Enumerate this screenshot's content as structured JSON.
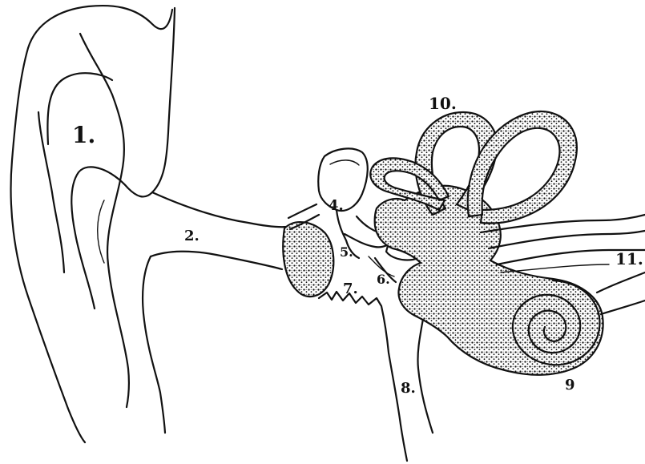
{
  "diagram": {
    "labels": [
      {
        "id": "outer-ear",
        "text": "1."
      },
      {
        "id": "ear-canal",
        "text": "2."
      },
      {
        "id": "incus",
        "text": "4."
      },
      {
        "id": "stapes",
        "text": "5."
      },
      {
        "id": "oval-window",
        "text": "6."
      },
      {
        "id": "middle-ear",
        "text": "7."
      },
      {
        "id": "eustachian-tube",
        "text": "8."
      },
      {
        "id": "cochlea",
        "text": "9"
      },
      {
        "id": "semicircular-canals",
        "text": "10."
      },
      {
        "id": "auditory-nerve",
        "text": "11."
      }
    ]
  },
  "colors": {
    "ink": "#111111",
    "paper": "#ffffff",
    "bleed_through": "#c9c9c9"
  }
}
